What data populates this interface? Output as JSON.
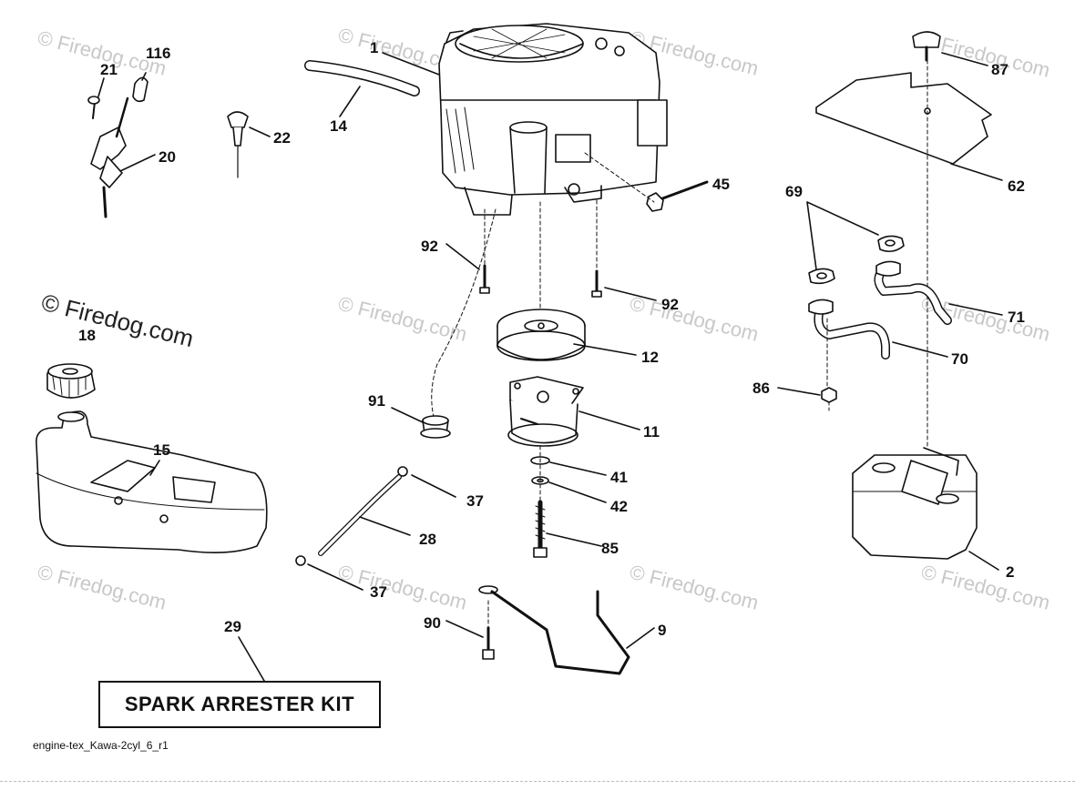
{
  "diagram": {
    "caption": "engine-tex_Kawa-2cyl_6_r1",
    "kit_label": "SPARK ARRESTER KIT",
    "watermark": "© Firedog.com",
    "callouts": {
      "c1": "1",
      "c2": "2",
      "c9": "9",
      "c11": "11",
      "c12": "12",
      "c14": "14",
      "c15": "15",
      "c18": "18",
      "c20": "20",
      "c21": "21",
      "c22": "22",
      "c28": "28",
      "c29": "29",
      "c37a": "37",
      "c37b": "37",
      "c41": "41",
      "c42": "42",
      "c45": "45",
      "c62": "62",
      "c69": "69",
      "c70": "70",
      "c71": "71",
      "c85": "85",
      "c86": "86",
      "c87": "87",
      "c90": "90",
      "c91": "91",
      "c92a": "92",
      "c92b": "92",
      "c116": "116"
    }
  }
}
